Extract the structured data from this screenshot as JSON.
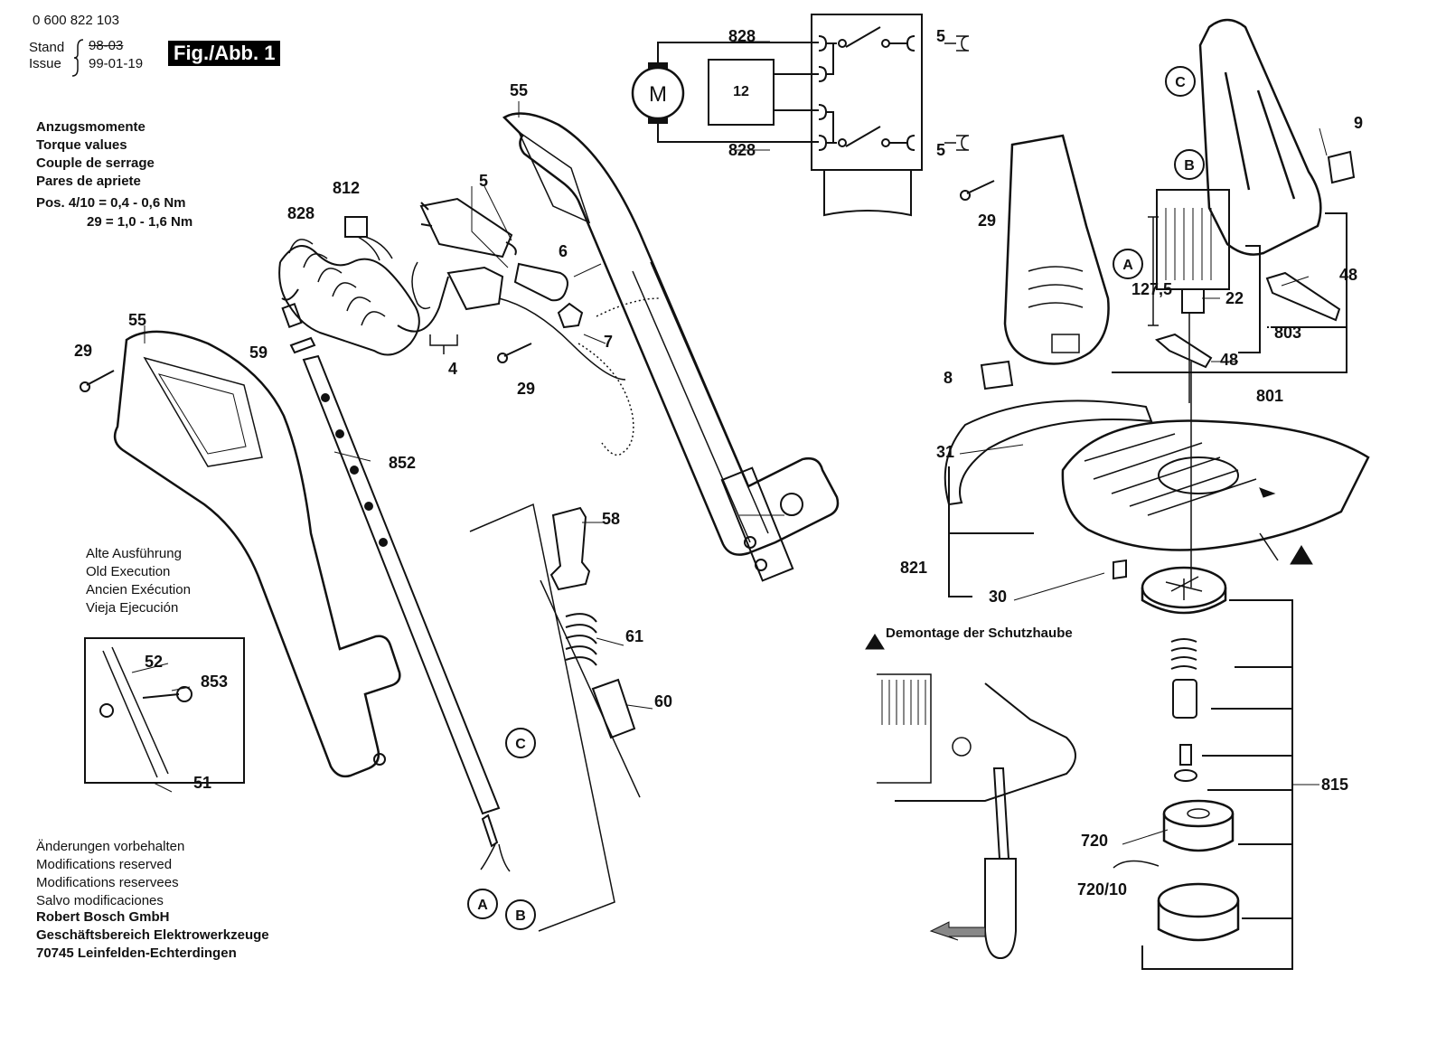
{
  "header": {
    "part_number": "0 600 822 103",
    "stand_label": "Stand",
    "issue_label": "Issue",
    "stand_struck": "98-03",
    "issue_date": "99-01-19",
    "fig_label": "Fig./Abb. 1"
  },
  "torque": {
    "lines": [
      "Anzugsmomente",
      "Torque values",
      "Couple de serrage",
      "Pares de apriete"
    ],
    "spec1": "Pos. 4/10 = 0,4 - 0,6 Nm",
    "spec2": "29 = 1,0 - 1,6 Nm"
  },
  "old_execution": {
    "lines": [
      "Alte Ausführung",
      "Old Execution",
      "Ancien Exécution",
      "Vieja Ejecución"
    ]
  },
  "footer": {
    "lines": [
      "Änderungen vorbehalten",
      "Modifications reserved",
      "Modifications reservees",
      "Salvo modificaciones"
    ],
    "company_lines": [
      "Robert Bosch GmbH",
      "Geschäftsbereich Elektrowerkzeuge",
      "70745 Leinfelden-Echterdingen"
    ]
  },
  "demontage": {
    "label": "Demontage der Schutzhaube"
  },
  "wiring": {
    "motor_label": "M",
    "box_label": "12"
  },
  "callouts": {
    "c828a": "828",
    "c828b": "828",
    "c828c": "828",
    "c5a": "5",
    "c5b": "5",
    "c5c": "5",
    "c55a": "55",
    "c55b": "55",
    "c812": "812",
    "c6": "6",
    "c7": "7",
    "c4": "4",
    "c29a": "29",
    "c29b": "29",
    "c29c": "29",
    "c59": "59",
    "c852": "852",
    "c52": "52",
    "c853": "853",
    "c51": "51",
    "c58": "58",
    "c61": "61",
    "c60": "60",
    "c9": "9",
    "c48a": "48",
    "c48b": "48",
    "c22": "22",
    "c127": "127,5",
    "c803": "803",
    "c801": "801",
    "c8": "8",
    "c31": "31",
    "c821": "821",
    "c30": "30",
    "c815": "815",
    "c720": "720",
    "c720_10": "720/10",
    "letters": {
      "A1": "A",
      "B1": "B",
      "C1": "C",
      "A2": "A",
      "B2": "B",
      "C2": "C"
    }
  }
}
